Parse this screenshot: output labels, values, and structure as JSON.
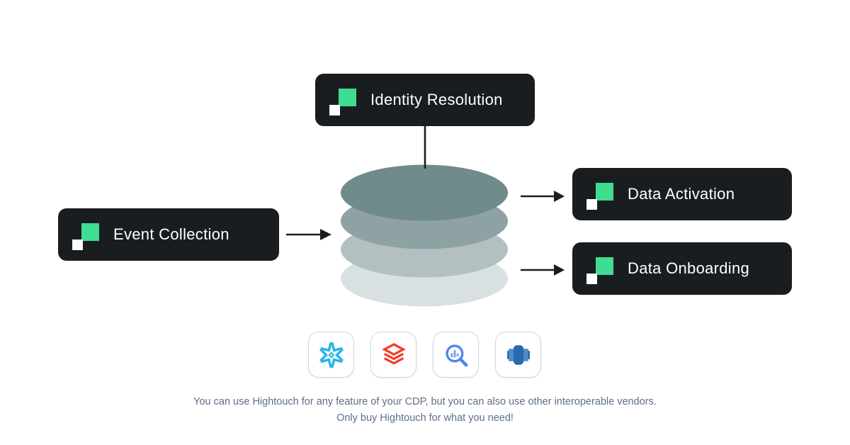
{
  "diagram": {
    "nodes": {
      "identity_resolution": {
        "label": "Identity Resolution"
      },
      "event_collection": {
        "label": "Event Collection"
      },
      "data_activation": {
        "label": "Data Activation"
      },
      "data_onboarding": {
        "label": "Data Onboarding"
      }
    },
    "cylinder": {
      "layers": 4,
      "description": "warehouse-stack"
    },
    "vendors": [
      {
        "icon": "snowflake-icon"
      },
      {
        "icon": "databricks-icon"
      },
      {
        "icon": "bigquery-icon"
      },
      {
        "icon": "redshift-icon"
      }
    ],
    "caption": {
      "line1": "You can use Hightouch for any feature of your CDP, but you can also use other interoperable vendors.",
      "line2": "Only buy Hightouch for what you need!"
    }
  },
  "colors": {
    "node_bg": "#1a1d1f",
    "node_text": "#ffffff",
    "logo_green": "#3edd92",
    "logo_white": "#ffffff",
    "arrow": "#1a1d1f",
    "caption_text": "#5d6f85",
    "card_border": "#ccd6e2",
    "cylinder": [
      "#6f8b8a",
      "#8fa2a3",
      "#b3c0c2",
      "#d8e0e2"
    ],
    "snowflake_blue": "#2bb5e8",
    "databricks_red": "#f03e2e",
    "bigquery_blue": "#4f86ec",
    "bigquery_bar": "#87a9f3",
    "redshift_blue_dark": "#2a69ae",
    "redshift_blue_light": "#4e8cc9",
    "redshift_blue_edge": "#1f5c9a"
  }
}
